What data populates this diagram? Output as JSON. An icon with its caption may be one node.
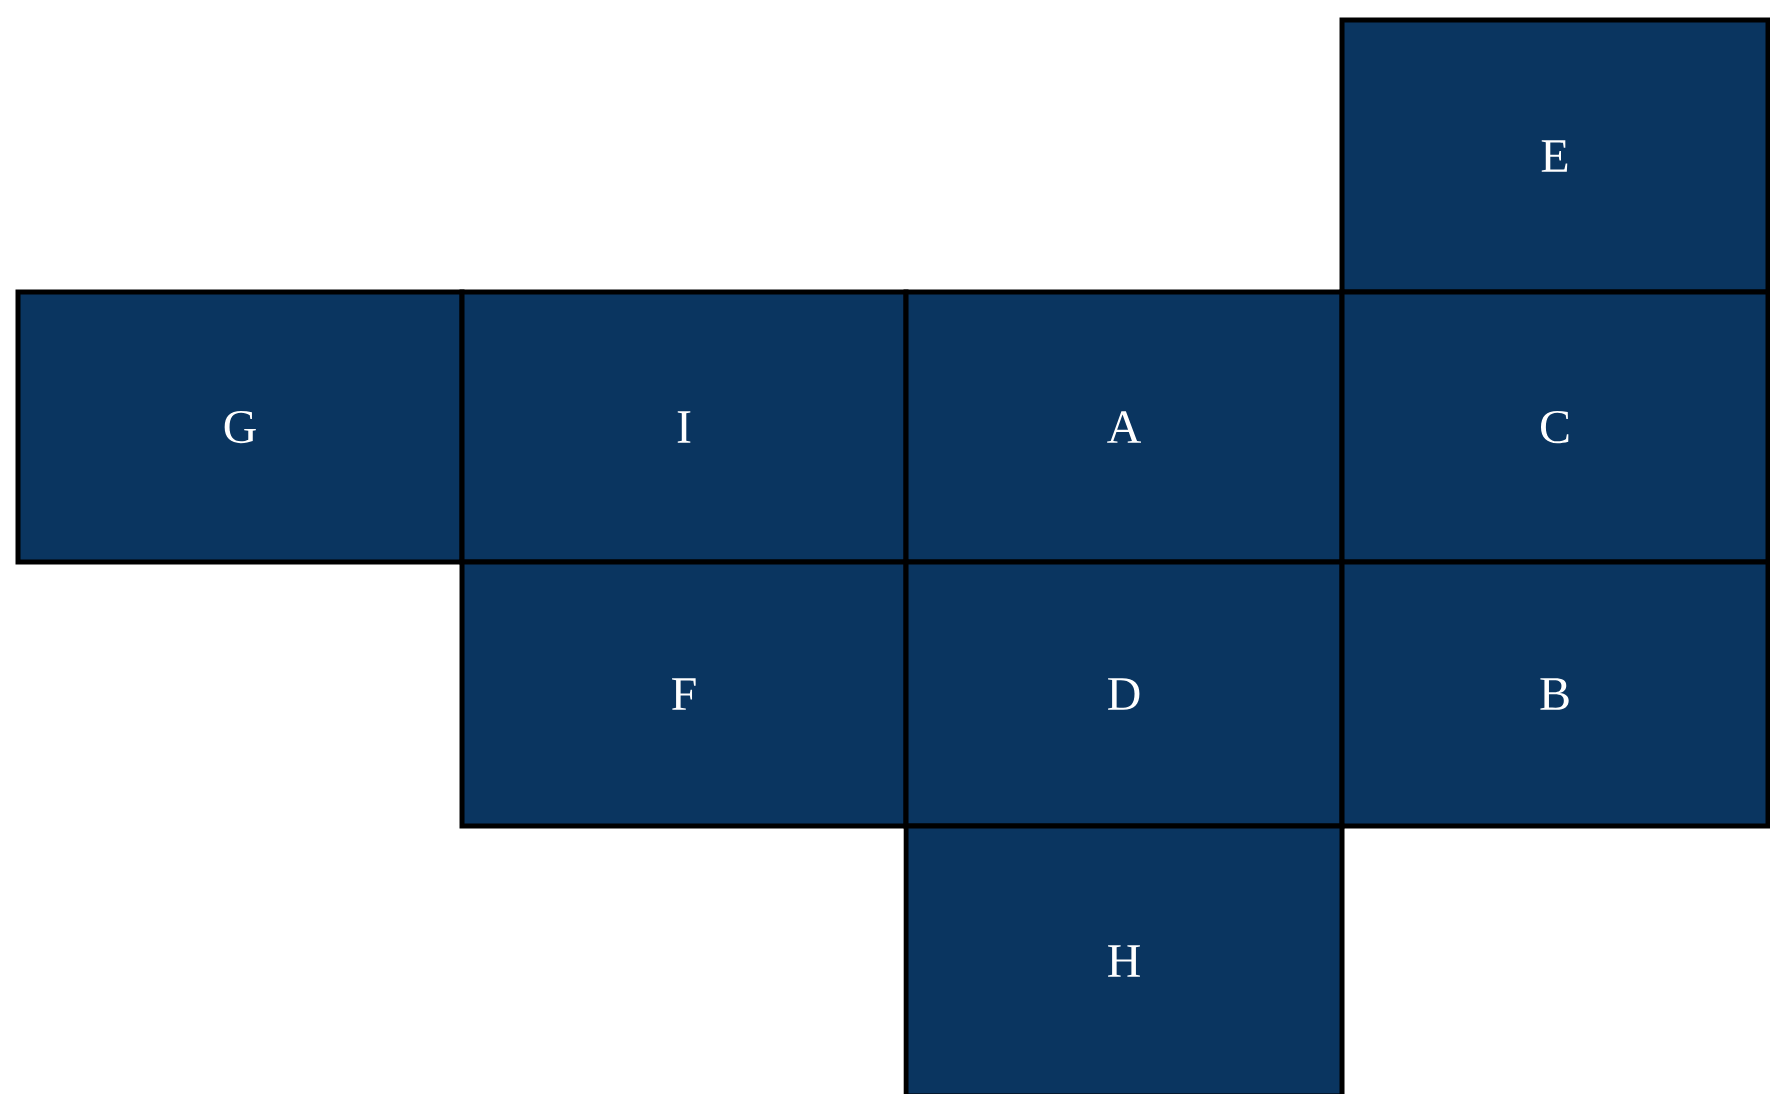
{
  "diagram": {
    "nodes": [
      {
        "text": [
          "E"
        ]
      },
      {
        "text": [
          "G"
        ]
      },
      {
        "text": [
          "I"
        ]
      },
      {
        "text": [
          "A"
        ]
      },
      {
        "text": [
          "C"
        ]
      },
      {
        "text": [
          "F"
        ]
      },
      {
        "text": [
          "D"
        ]
      },
      {
        "text": [
          "B"
        ]
      },
      {
        "text": [
          "H"
        ]
      }
    ]
  }
}
